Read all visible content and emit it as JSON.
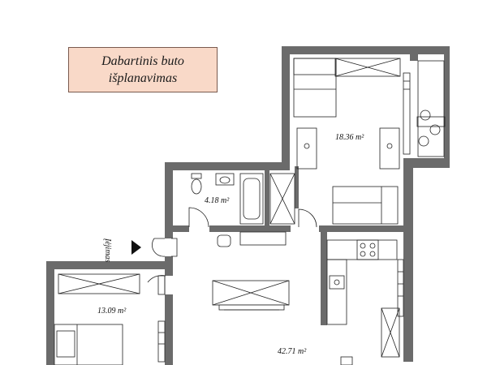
{
  "title": {
    "line1": "Dabartinis buto",
    "line2": "išplanavimas"
  },
  "rooms": {
    "bedroom": "18.36 m²",
    "bathroom": "4.18 m²",
    "small_room": "13.09 m²",
    "living": "42.71 m²"
  },
  "entrance_label": "Įėjimas",
  "colors": {
    "wall": "#6b6b6b",
    "title_fill": "#f9d9c8",
    "line": "#222222"
  }
}
